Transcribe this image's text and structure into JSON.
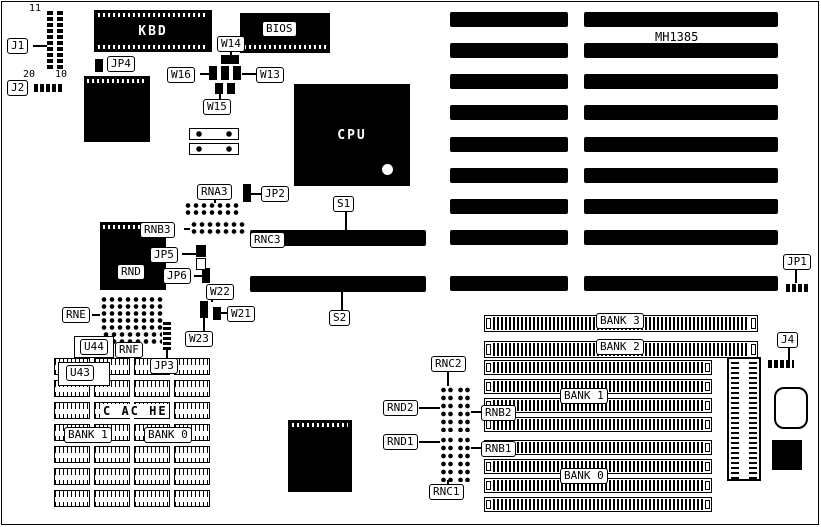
{
  "board": {
    "model": "MH1385"
  },
  "pins": {
    "p11": "11",
    "p20": "20",
    "p10": "10"
  },
  "connectors": {
    "j1": "J1",
    "j2": "J2",
    "j4": "J4",
    "jp1": "JP1",
    "jp2": "JP2",
    "jp3": "JP3",
    "jp4": "JP4",
    "jp5": "JP5",
    "jp6": "JP6"
  },
  "chips": {
    "kbd": "KBD",
    "bios": "BIOS",
    "cpu": "CPU",
    "rnd": "RND",
    "u44": "U44",
    "u43": "U43"
  },
  "jumpers": {
    "w13": "W13",
    "w14": "W14",
    "w15": "W15",
    "w16": "W16",
    "w21": "W21",
    "w22": "W22",
    "w23": "W23"
  },
  "slots": {
    "s1": "S1",
    "s2": "S2"
  },
  "networks": {
    "rna3": "RNA3",
    "rnb3": "RNB3",
    "rnc3": "RNC3",
    "rne": "RNE",
    "rnf": "RNF",
    "rnc2": "RNC2",
    "rnd2": "RND2",
    "rnb2": "RNB2",
    "rnd1": "RND1",
    "rnb1": "RNB1",
    "rnc1": "RNC1"
  },
  "cache": {
    "title": "C AC HE",
    "bank1": "BANK 1",
    "bank0": "BANK 0"
  },
  "memory": {
    "bank3": "BANK 3",
    "bank2": "BANK 2",
    "bank1": "BANK 1",
    "bank0": "BANK 0"
  }
}
